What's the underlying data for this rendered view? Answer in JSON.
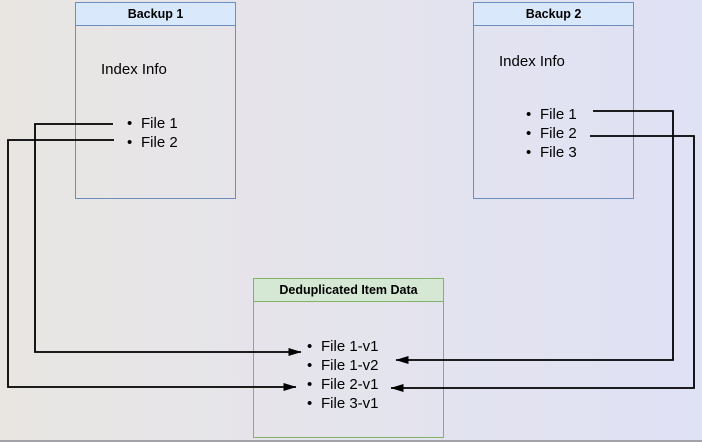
{
  "backup1": {
    "title": "Backup 1",
    "index_label": "Index Info",
    "files": [
      "File 1",
      "File 2"
    ]
  },
  "backup2": {
    "title": "Backup 2",
    "index_label": "Index Info",
    "files": [
      "File 1",
      "File 2",
      "File 3"
    ]
  },
  "dedup": {
    "title": "Deduplicated Item Data",
    "items": [
      "File 1-v1",
      "File 1-v2",
      "File 2-v1",
      "File 3-v1"
    ]
  },
  "colors": {
    "backup_border": "#6c8ebf",
    "backup_header_bg": "#dae8fc",
    "dedup_border": "#82b366",
    "dedup_header_bg": "#d5e8d4",
    "connector": "#000000"
  },
  "connections": [
    {
      "from": "Backup 1 / File 1",
      "to": "File 1-v1"
    },
    {
      "from": "Backup 1 / File 2",
      "to": "File 2-v1"
    },
    {
      "from": "Backup 2 / File 1",
      "to": "File 1-v2"
    },
    {
      "from": "Backup 2 / File 2",
      "to": "File 2-v1"
    }
  ]
}
